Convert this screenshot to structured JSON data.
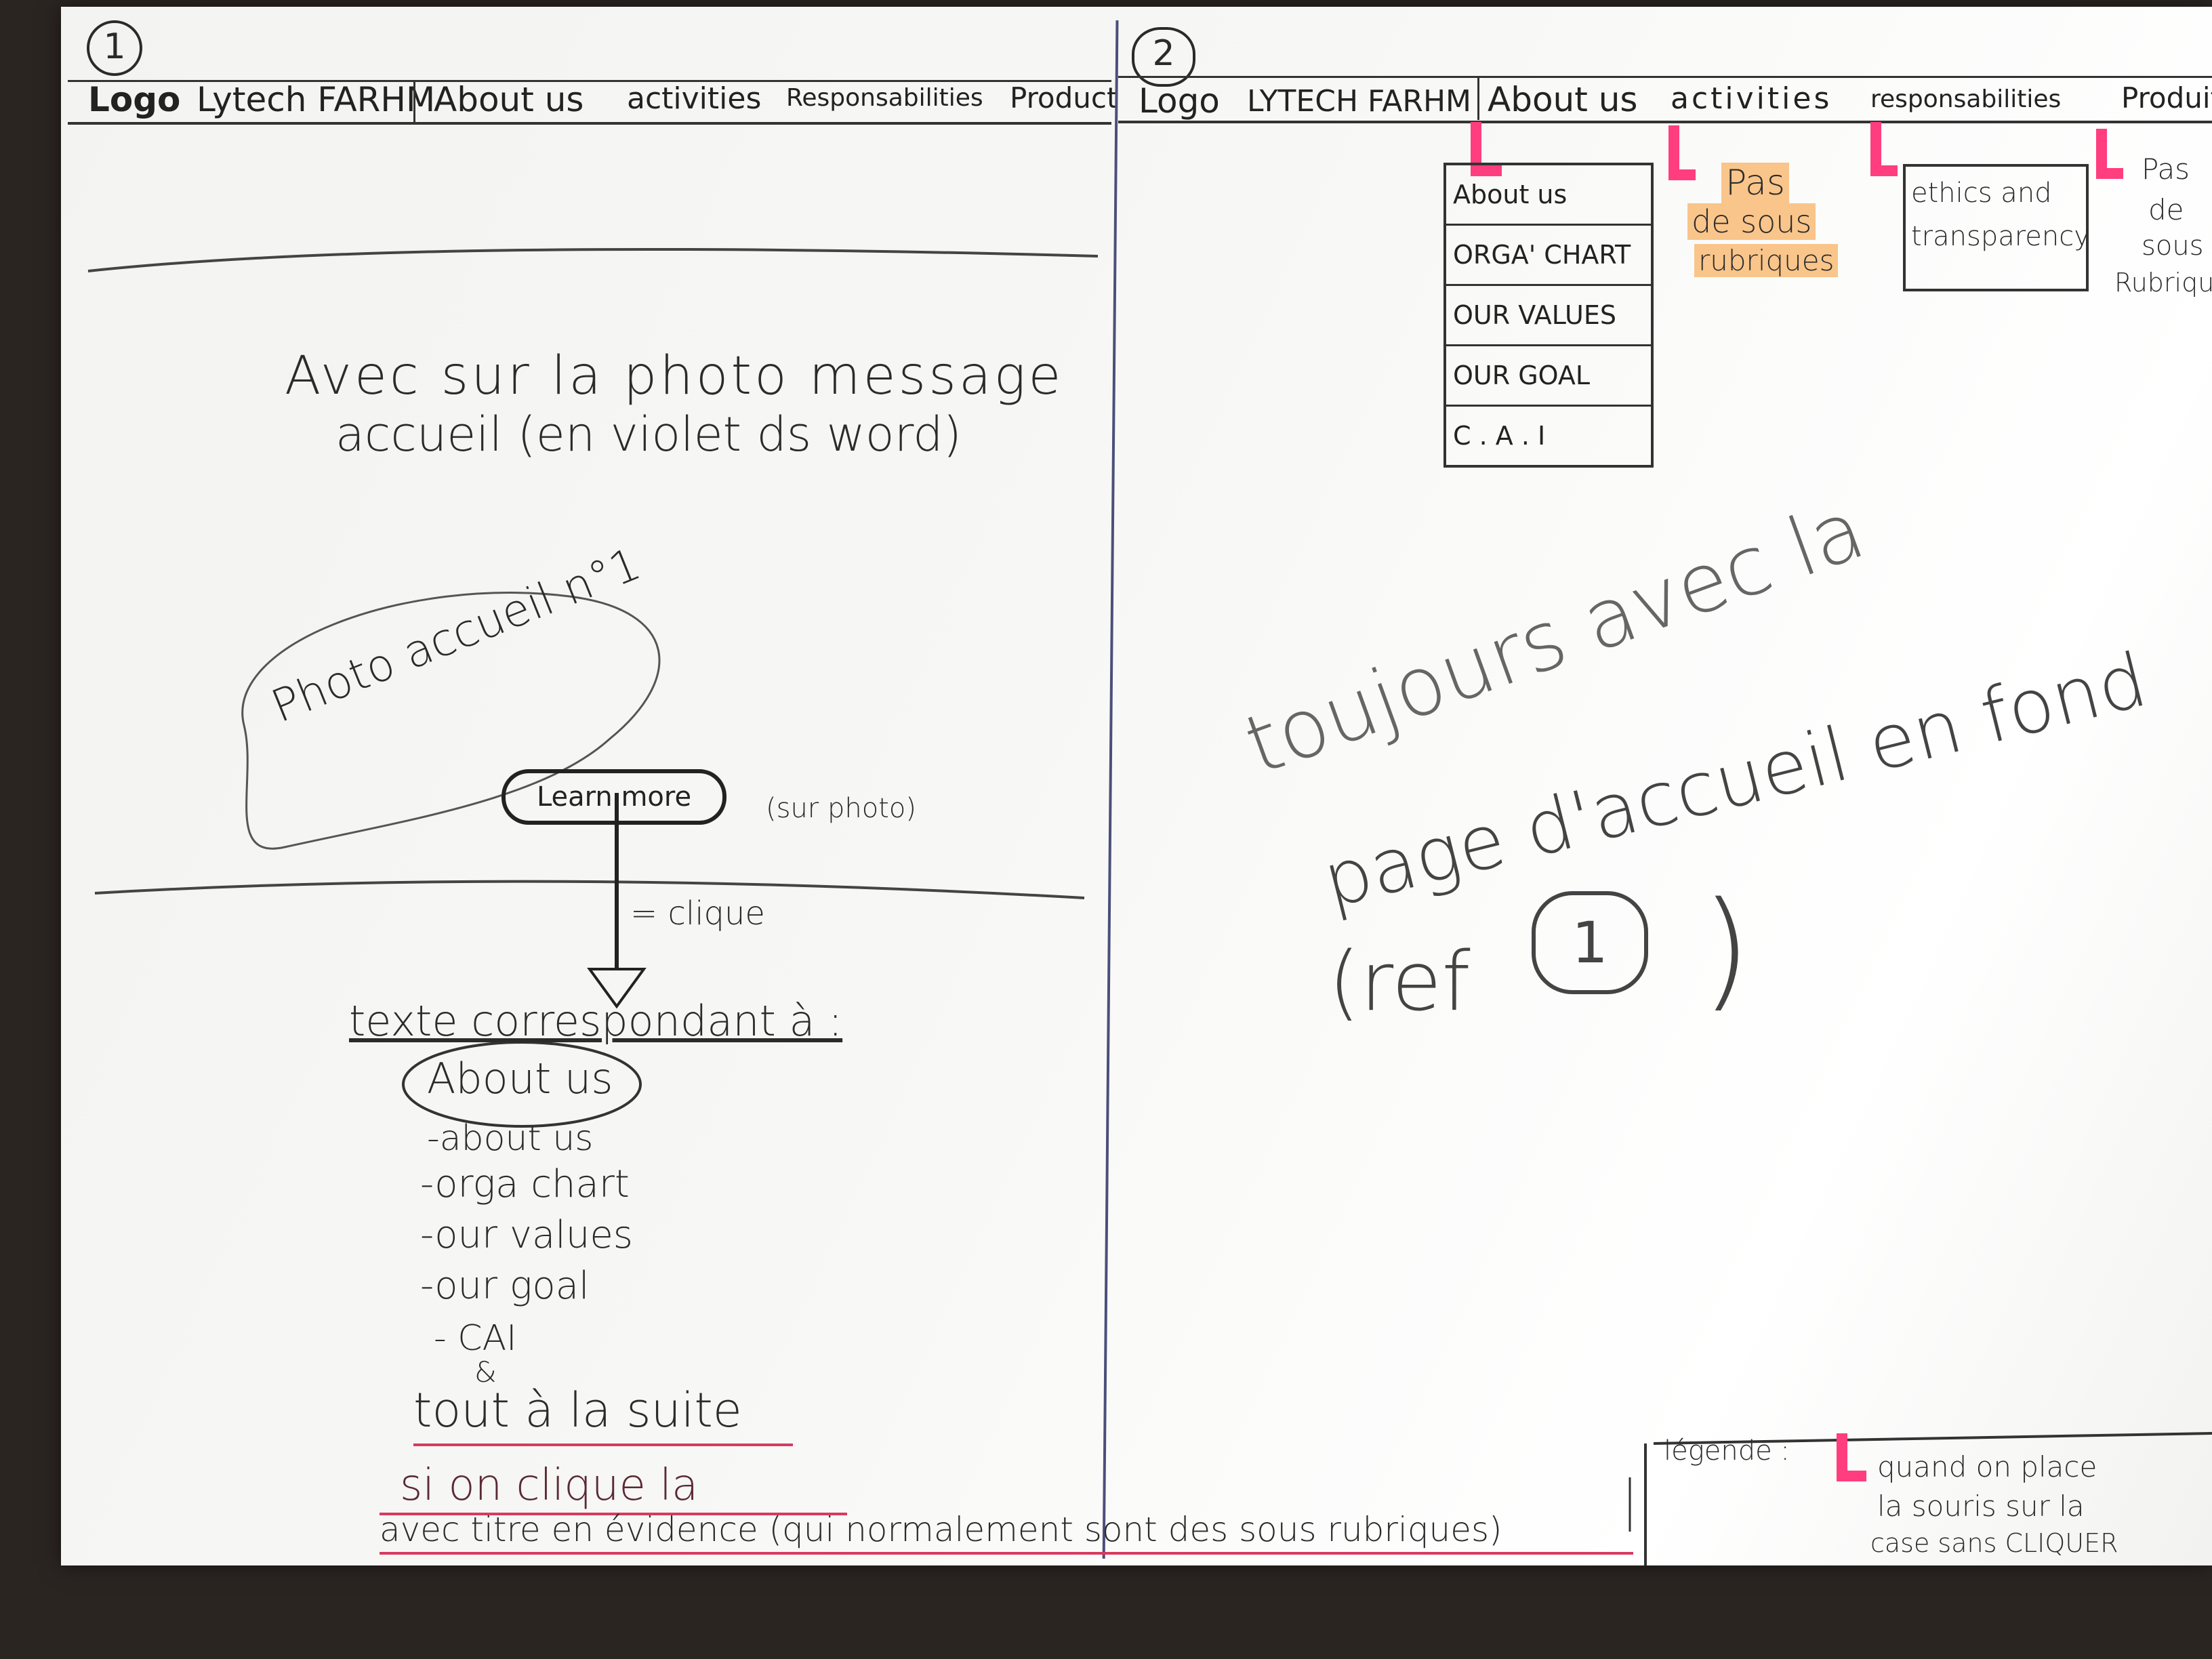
{
  "panel1": {
    "number": "1",
    "nav": {
      "logo": "Logo",
      "company": "Lytech FARHM",
      "about": "About us",
      "activities": "activities",
      "responsabilities": "Responsabilities",
      "product": "Product"
    },
    "photo_message": {
      "line1": "Avec sur la photo message",
      "line2": "accueil (en violet ds word)"
    },
    "photo_label": "Photo accueil n°1",
    "learn_more": "Learn more",
    "learn_more_note": "(sur photo)",
    "click_label": "= clique",
    "texte_heading": "texte correspondant à :",
    "about_bubble": "About us",
    "subitems": [
      "-about us",
      "-orga chart",
      "-our values",
      "-our goal",
      "- CAI"
    ],
    "and_mark": "&",
    "tout_a_la_suite": "tout à la suite",
    "footer_line1": "si on clique la",
    "footer_line2": "avec titre en évidence (qui normalement sont des sous rubriques)"
  },
  "panel2": {
    "number": "2",
    "nav": {
      "logo": "Logo",
      "company": "LYTECH FARHM",
      "about": "About us",
      "activities": "activities",
      "responsabilities": "responsabilities",
      "product": "Produits"
    },
    "about_menu": [
      "About us",
      "ORGA' CHART",
      "OUR VALUES",
      "OUR GOAL",
      "C . A . I"
    ],
    "pas_de_sous": [
      "Pas",
      "de sous",
      "rubriques"
    ],
    "ethics_box": [
      "ethics and",
      "transparency"
    ],
    "pas_de_sous_right": [
      "Pas",
      "de",
      "sous",
      "Rubriques"
    ],
    "toujours": "toujours avec la",
    "page_accueil": "page d'accueil en fond",
    "ref": "(ref",
    "ref_num": "1",
    "ref_close": ")",
    "legend_label": "légende :",
    "legend_text": [
      "quand on place",
      "la souris sur la",
      "case sans CLIQUER"
    ]
  },
  "colors": {
    "paper": "#f7f7f5",
    "background": "#2b2522",
    "highlight_pink": "#ff3d7f",
    "highlight_orange": "#f9c58a",
    "underline_red": "#d73a60",
    "divider_blue": "#4b4f7a"
  }
}
